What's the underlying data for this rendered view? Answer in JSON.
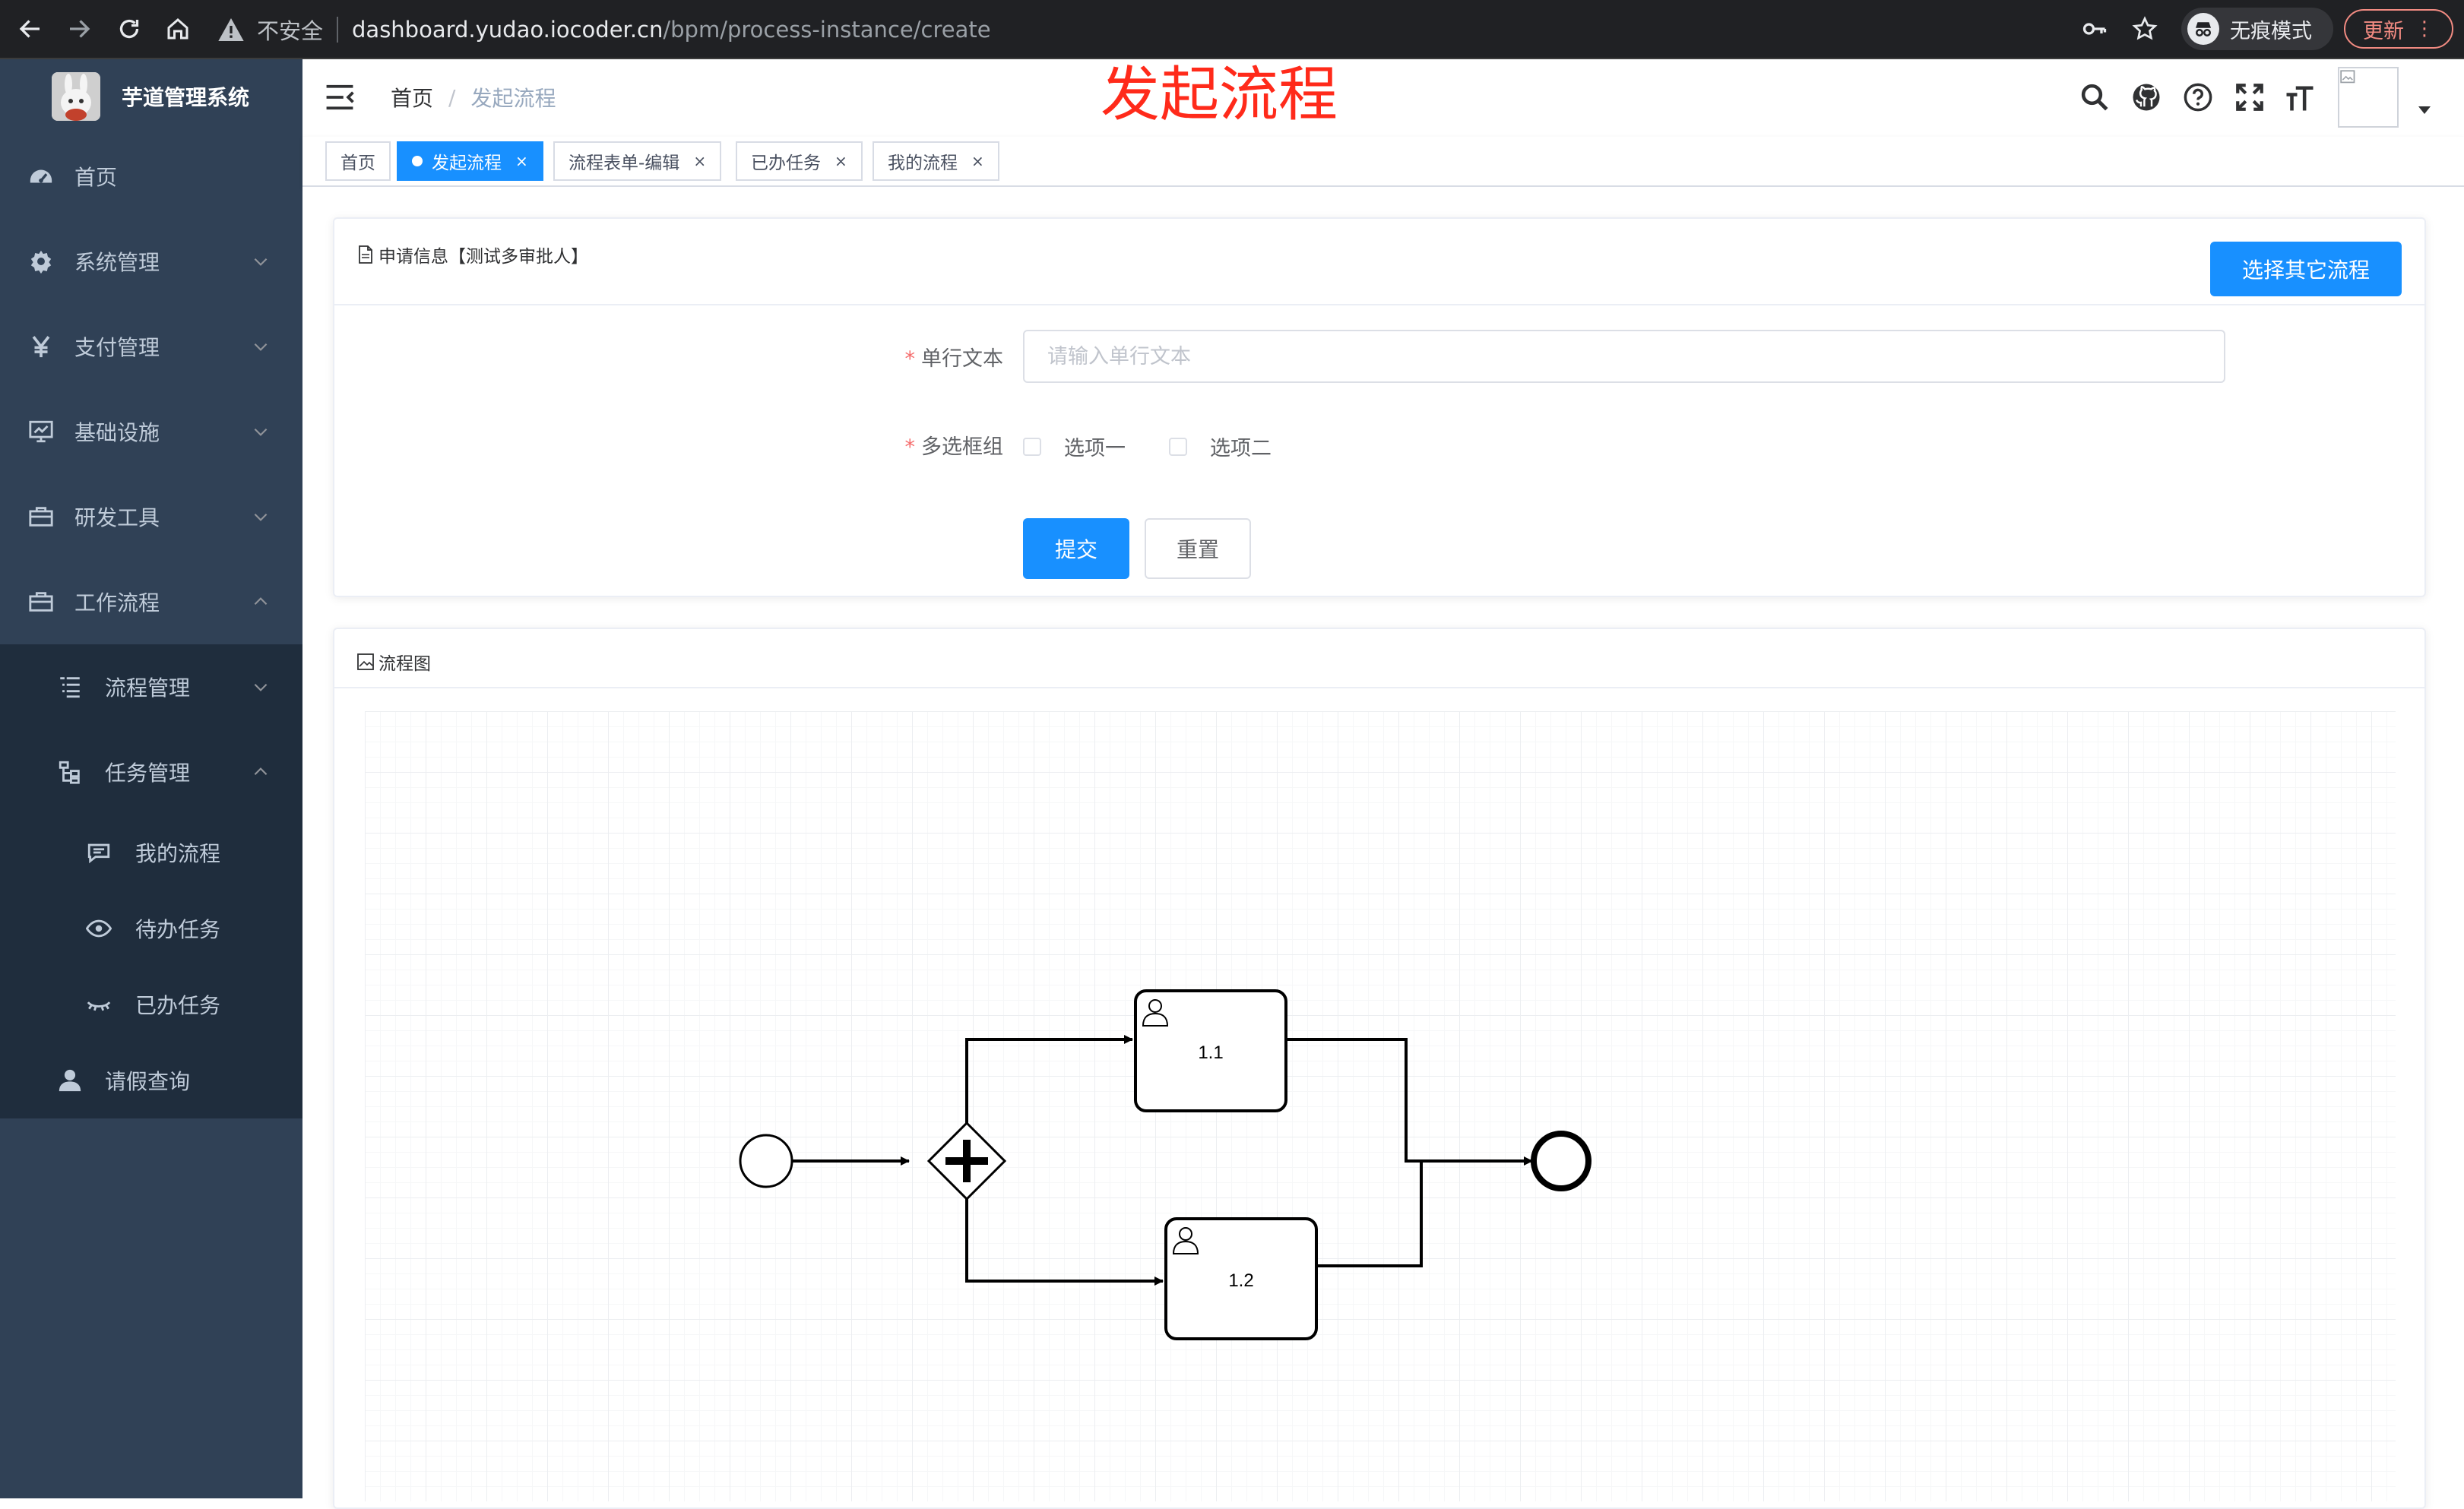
{
  "browser": {
    "insecure_label": "不安全",
    "url_host": "dashboard.yudao.iocoder.cn",
    "url_path": "/bpm/process-instance/create",
    "incognito_label": "无痕模式",
    "update_label": "更新"
  },
  "sidebar": {
    "brand_title": "芋道管理系统",
    "items": [
      {
        "label": "首页",
        "icon": "dashboard-icon"
      },
      {
        "label": "系统管理",
        "icon": "gear-icon"
      },
      {
        "label": "支付管理",
        "icon": "yen-icon"
      },
      {
        "label": "基础设施",
        "icon": "monitor-icon"
      },
      {
        "label": "研发工具",
        "icon": "toolbox-icon"
      },
      {
        "label": "工作流程",
        "icon": "toolbox-icon"
      }
    ],
    "workflow_children": [
      {
        "label": "流程管理",
        "icon": "list-icon"
      },
      {
        "label": "任务管理",
        "icon": "tree-icon"
      }
    ],
    "task_children": [
      {
        "label": "我的流程",
        "icon": "chat-icon"
      },
      {
        "label": "待办任务",
        "icon": "eye-icon"
      },
      {
        "label": "已办任务",
        "icon": "eye-closed-icon"
      }
    ],
    "leave_query": {
      "label": "请假查询",
      "icon": "user-icon"
    }
  },
  "navbar": {
    "breadcrumb_home": "首页",
    "breadcrumb_current": "发起流程",
    "banner": "发起流程"
  },
  "tags": [
    {
      "label": "首页",
      "active": false,
      "closable": false
    },
    {
      "label": "发起流程",
      "active": true,
      "closable": true
    },
    {
      "label": "流程表单-编辑",
      "active": false,
      "closable": true
    },
    {
      "label": "已办任务",
      "active": false,
      "closable": true
    },
    {
      "label": "我的流程",
      "active": false,
      "closable": true
    }
  ],
  "tag_close": "×",
  "form_card": {
    "title": "申请信息【测试多审批人】",
    "select_other_label": "选择其它流程",
    "text_field_label": "单行文本",
    "text_field_value": "",
    "text_field_placeholder": "请输入单行文本",
    "checkbox_group_label": "多选框组",
    "options": [
      "选项一",
      "选项二"
    ],
    "required_mark": "*",
    "submit_label": "提交",
    "reset_label": "重置"
  },
  "flow_card": {
    "title": "流程图",
    "task_a": "1.1",
    "task_b": "1.2"
  },
  "colors": {
    "primary": "#1890ff",
    "sidebar_bg": "#304156",
    "sidebar_sub_bg": "#1f2d3d",
    "banner_red": "#ff2a1a"
  }
}
